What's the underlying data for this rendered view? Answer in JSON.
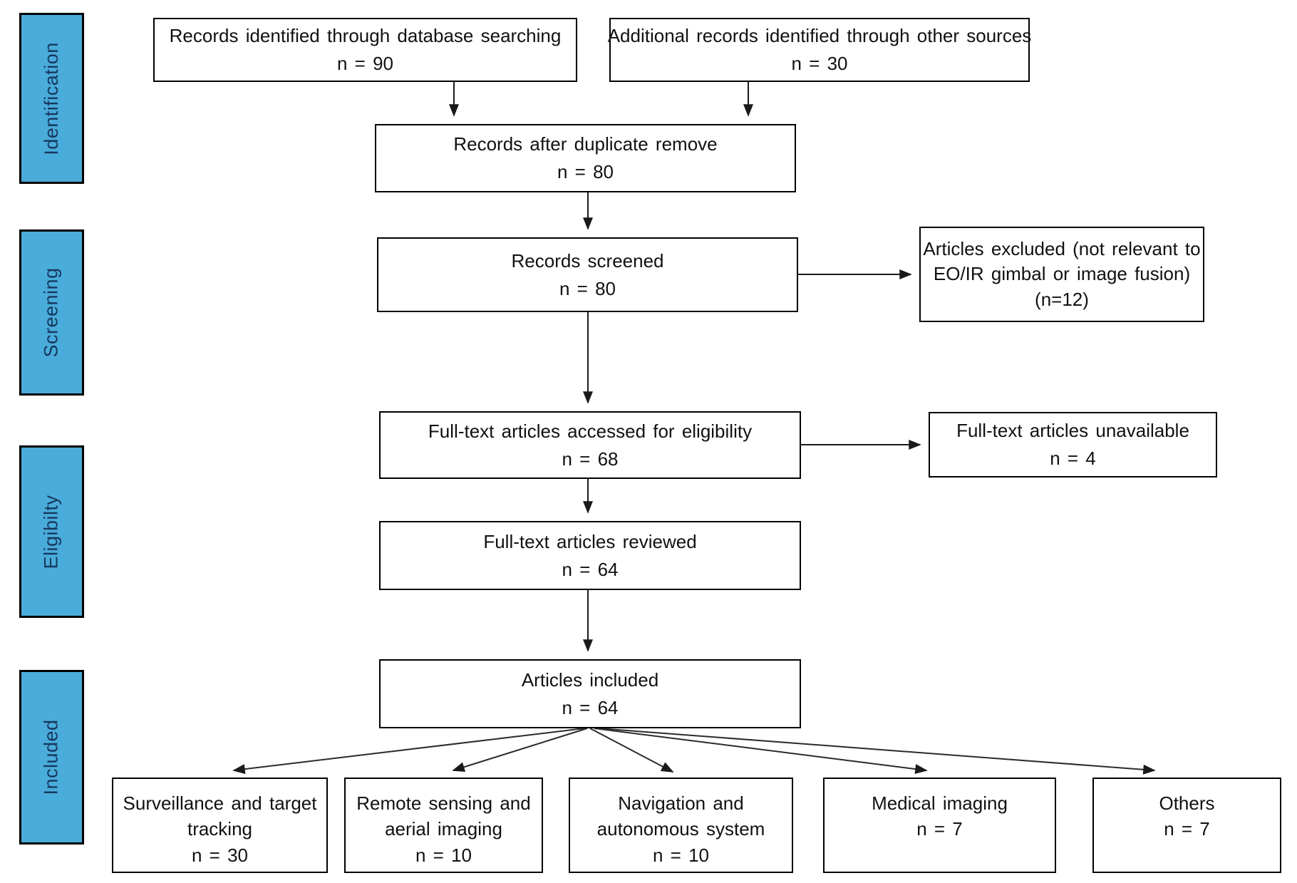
{
  "colors": {
    "stage_fill": "#49acda",
    "stage_text": "#17375e",
    "box_border": "#000000",
    "arrow": "#1a1a1a"
  },
  "stages": [
    {
      "label": "Identification"
    },
    {
      "label": "Screening"
    },
    {
      "label": "Eligibilty"
    },
    {
      "label": "Included"
    }
  ],
  "nodes": {
    "db_search": {
      "lines": [
        "Records identified through database searching",
        "n = 90"
      ]
    },
    "other_sources": {
      "lines": [
        "Additional records identified through other sources",
        "n = 30"
      ]
    },
    "duplicates": {
      "lines": [
        "Records after duplicate remove",
        "n = 80"
      ]
    },
    "screened": {
      "lines": [
        "Records screened",
        "n = 80"
      ]
    },
    "excluded": {
      "lines": [
        "Articles excluded (not relevant to",
        "EO/IR gimbal or image fusion)",
        "(n=12)"
      ]
    },
    "accessed": {
      "lines": [
        "Full-text articles accessed for eligibility",
        "n = 68"
      ]
    },
    "unavailable": {
      "lines": [
        "Full-text articles unavailable",
        "n = 4"
      ]
    },
    "reviewed": {
      "lines": [
        "Full-text articles reviewed",
        "n = 64"
      ]
    },
    "included": {
      "lines": [
        "Articles included",
        "n = 64"
      ]
    },
    "cat_surveillance": {
      "lines": [
        "Surveillance and target",
        "tracking",
        "n = 30"
      ]
    },
    "cat_remote": {
      "lines": [
        "Remote sensing and",
        "aerial imaging",
        "n = 10"
      ]
    },
    "cat_navigation": {
      "lines": [
        "Navigation and",
        "autonomous system",
        "n = 10"
      ]
    },
    "cat_medical": {
      "lines": [
        "Medical imaging",
        "n = 7"
      ]
    },
    "cat_others": {
      "lines": [
        "Others",
        "n = 7"
      ]
    }
  }
}
